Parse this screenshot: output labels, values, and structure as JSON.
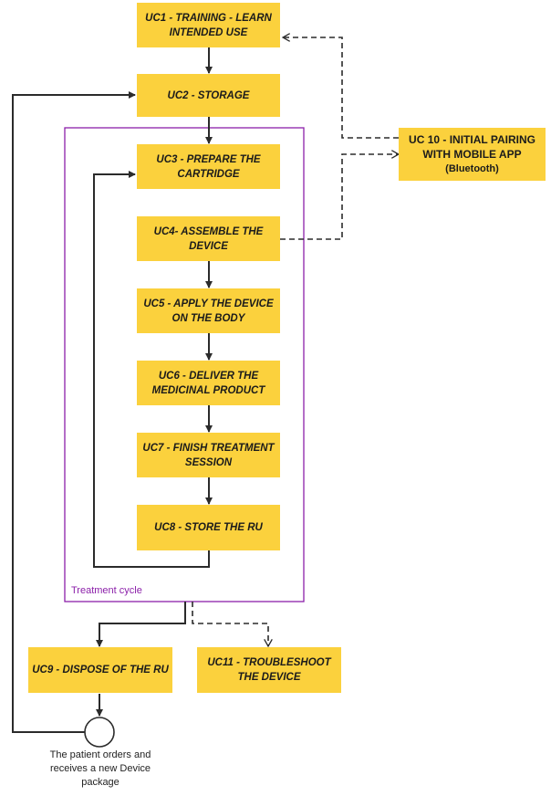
{
  "nodes": {
    "uc1": "UC1 - TRAINING - LEARN\nINTENDED USE",
    "uc2": "UC2 - STORAGE",
    "uc3": "UC3 - PREPARE THE\nCARTRIDGE",
    "uc4": "UC4- ASSEMBLE THE DEVICE",
    "uc5": "UC5 - APPLY THE DEVICE\nON THE BODY",
    "uc6": "UC6 - DELIVER THE\nMEDICINAL PRODUCT",
    "uc7": "UC7 - FINISH TREATMENT\nSESSION",
    "uc8": "UC8 - STORE THE RU",
    "uc9": "UC9 - DISPOSE OF THE RU",
    "uc10_title": "UC 10 - INITIAL PAIRING\nWITH MOBILE APP",
    "uc10_sub": "(Bluetooth)",
    "uc11": "UC11 - TROUBLESHOOT\nTHE DEVICE"
  },
  "treatment_cycle_label": "Treatment cycle",
  "circle_caption": "The patient orders and receives a new Device package",
  "colors": {
    "node_fill": "#fbd13d",
    "cycle_border": "#8b1fa9",
    "connector": "#2b2b2b"
  }
}
